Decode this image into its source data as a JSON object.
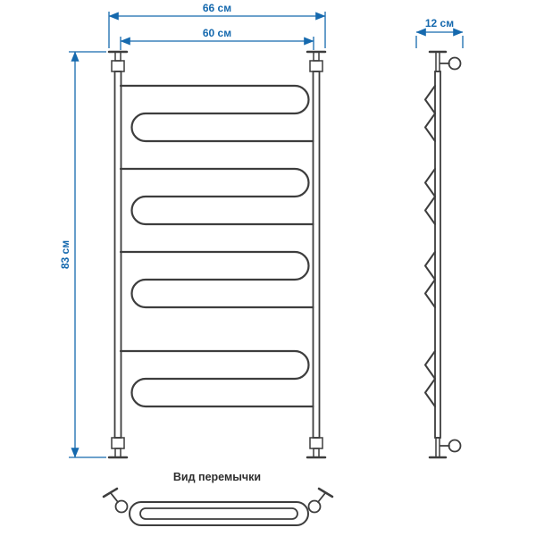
{
  "caption": {
    "bottom_view": "Вид перемычки"
  },
  "dimensions": {
    "outer_width": "66 см",
    "inner_width": "60 см",
    "height": "83 см",
    "depth": "12 см"
  },
  "icons": {
    "arrowhead": "dimension-arrowhead-triangle"
  },
  "colors": {
    "dimension": "#1569ae",
    "drawing": "#3d3d3d",
    "caption": "#2e2e2e",
    "background": "#ffffff"
  }
}
